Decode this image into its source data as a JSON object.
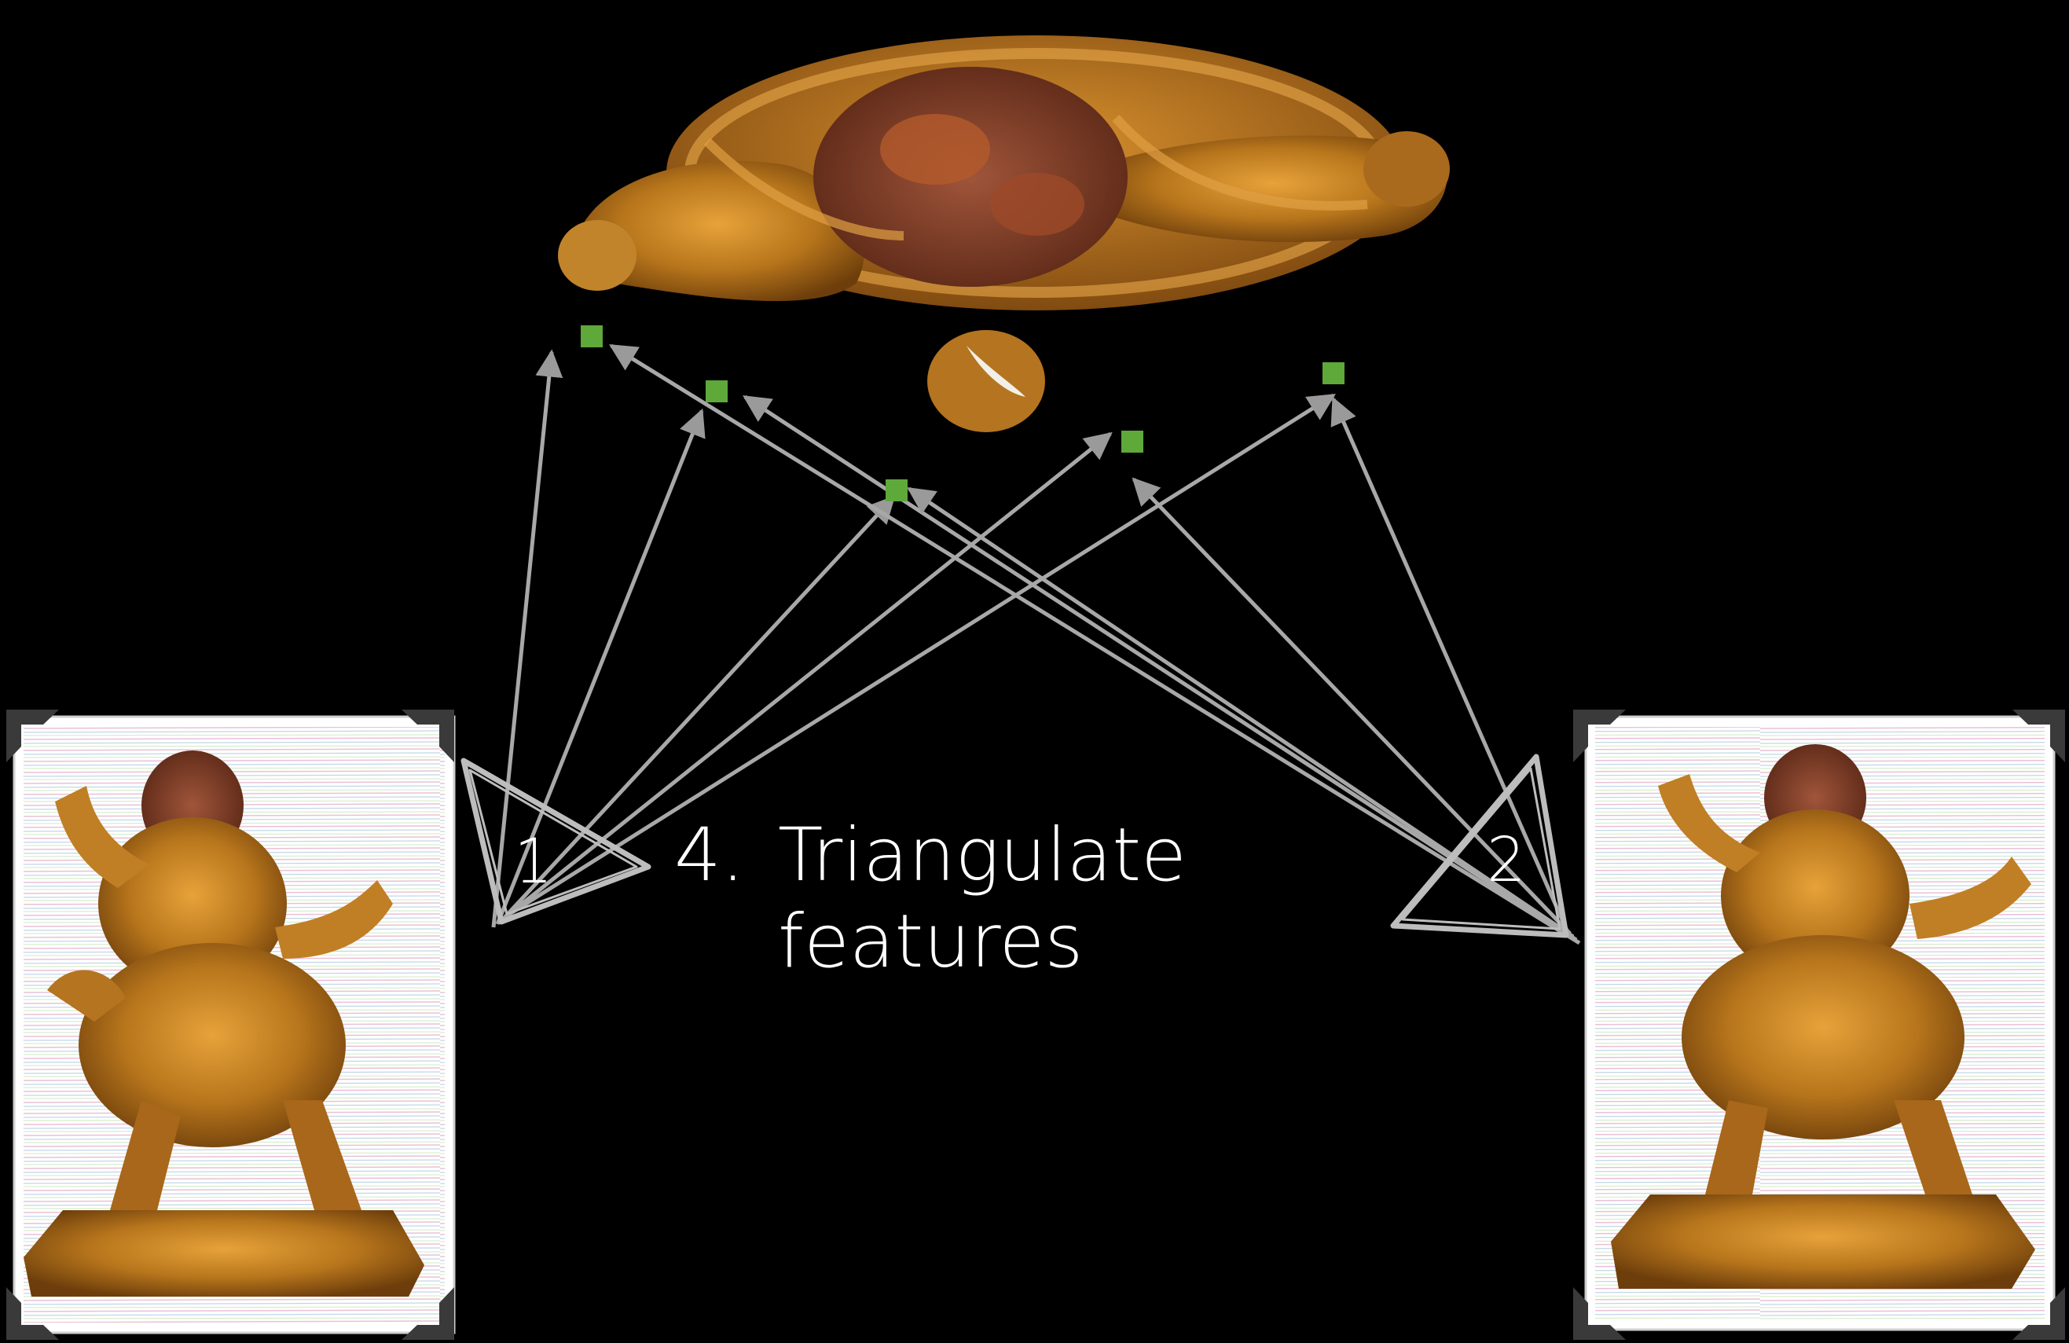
{
  "step": {
    "number": "4.",
    "line1": "Triangulate",
    "line2": "features"
  },
  "cameras": [
    {
      "label": "1"
    },
    {
      "label": "2"
    }
  ],
  "colors": {
    "background": "#000000",
    "ray": "#a8a8a8",
    "point": "#5fa83a",
    "frame": "#ffffff",
    "statue": "#b8761c",
    "text": "#ffffff"
  },
  "icons": [
    "camera-frustum-icon",
    "feature-point-icon",
    "photo-corner-icon"
  ]
}
